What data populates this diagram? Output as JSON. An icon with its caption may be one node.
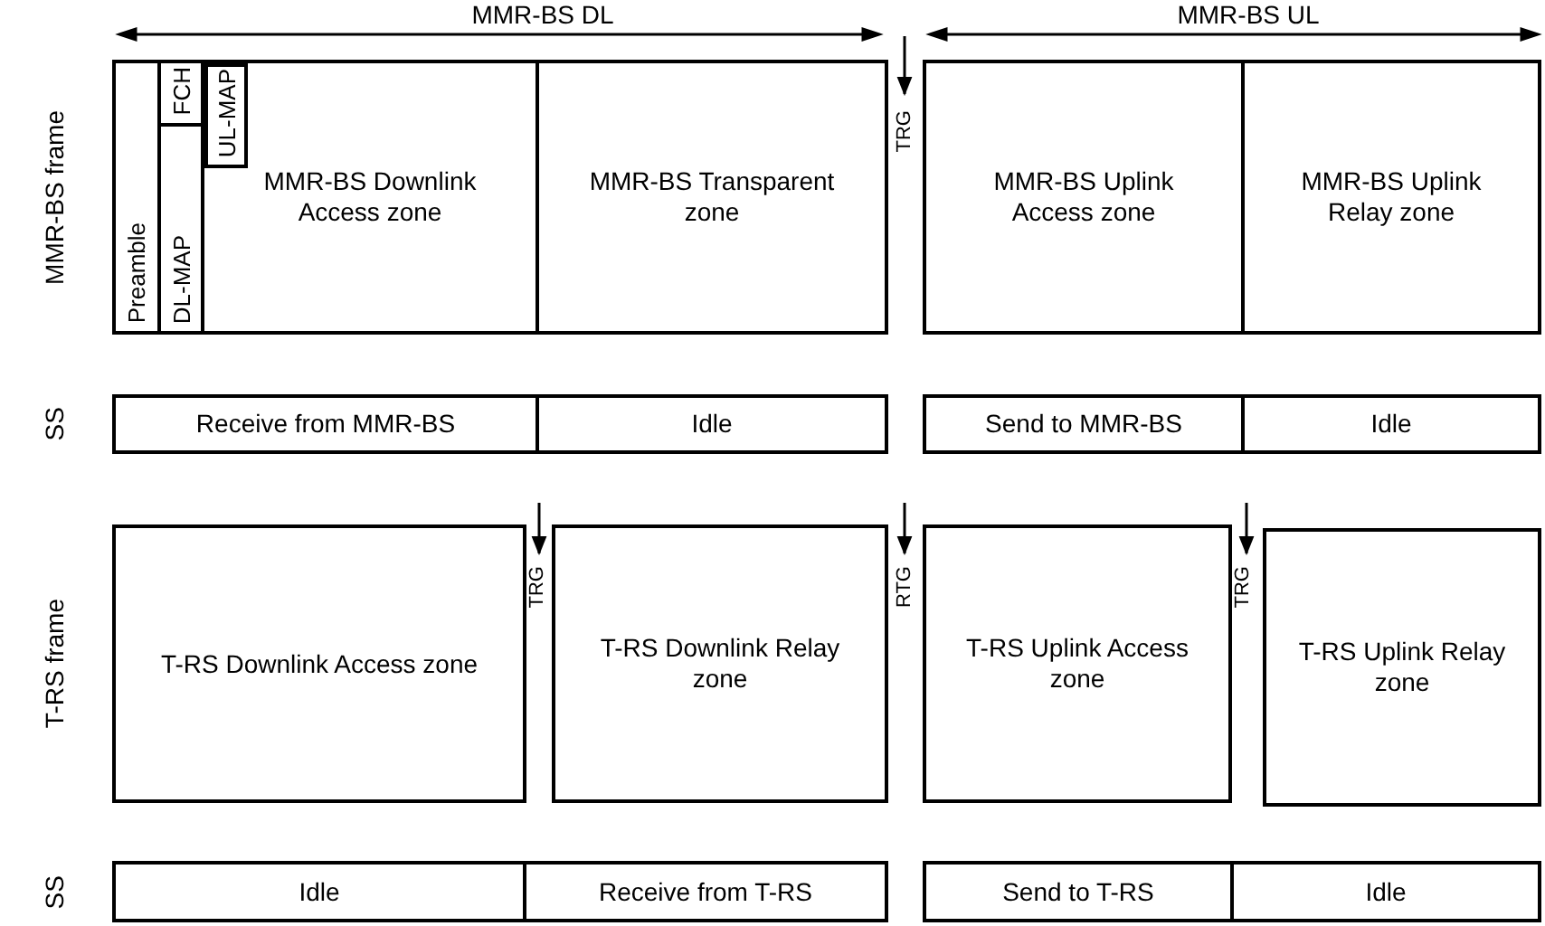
{
  "diagram": {
    "nodes": [
      {
        "text": [
          "Preamble"
        ]
      },
      {
        "text": [
          "FCH"
        ]
      },
      {
        "text": [
          "DL-MAP"
        ]
      },
      {
        "text": [
          "UL-MAP"
        ],
        "in": 4
      },
      {
        "text": [
          "MMR-BS Downlink Access zone"
        ]
      },
      {
        "text": [
          "MMR-BS Transparent zone"
        ]
      },
      {
        "text": [
          "MMR-BS Uplink Access zone"
        ]
      },
      {
        "text": [
          "MMR-BS Uplink Relay zone"
        ]
      },
      {
        "text": [
          "Receive from MMR-BS"
        ]
      },
      {
        "text": [
          "Idle"
        ]
      },
      {
        "text": [
          "Send to MMR-BS"
        ]
      },
      {
        "text": [
          "Idle"
        ]
      },
      {
        "text": [
          "T-RS Downlink Access zone"
        ]
      },
      {
        "text": [
          "T-RS Downlink Relay zone"
        ]
      },
      {
        "text": [
          "T-RS Uplink Access zone"
        ]
      },
      {
        "text": [
          "T-RS Uplink Relay zone"
        ]
      },
      {
        "text": [
          "Idle"
        ]
      },
      {
        "text": [
          "Receive from T-RS"
        ]
      },
      {
        "text": [
          "Send to T-RS"
        ]
      },
      {
        "text": [
          "Idle"
        ]
      }
    ],
    "edges": [],
    "labels": [
      "MMR-BS DL",
      "MMR-BS UL",
      "MMR-BS frame",
      "TRG",
      "SS",
      "TRG",
      "RTG",
      "TRG",
      "T-RS frame",
      "SS"
    ]
  }
}
